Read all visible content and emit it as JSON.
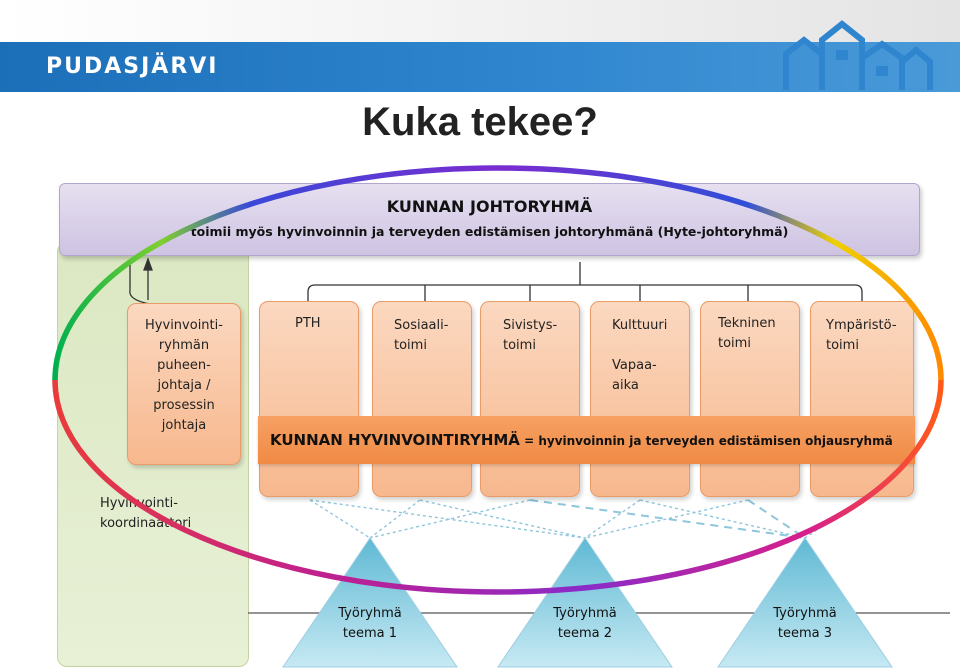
{
  "header": {
    "brand": "PUDASJÄRVI",
    "logo_icon": "city-skyline-logo-icon",
    "colors": {
      "bar": "#2f86cf",
      "logo": "#2f86cf"
    }
  },
  "title": "Kuka tekee?",
  "diagram": {
    "board": {
      "title": "KUNNAN JOHTORYHMÄ",
      "subtitle": "toimii myös hyvinvoinnin ja terveyden edistämisen johtoryhmänä (Hyte-johtoryhmä)"
    },
    "chair": "Hyvinvointi-\nryhmän\npuheen-\njohtaja /\nprosessin\njohtaja",
    "coordinator": "Hyvinvointi-\nkoordinaattori",
    "sectors": [
      "PTH",
      "Sosiaali-\ntoimi",
      "Sivistys-\ntoimi",
      "Kulttuuri\n\nVapaa-\naika",
      "Tekninen\ntoimi",
      "Ympäristö-\ntoimi"
    ],
    "welfare_group": {
      "name": "KUNNAN HYVINVOINTIRYHMÄ",
      "description": " = hyvinvoinnin ja terveyden edistämisen ohjausryhmä"
    },
    "working_groups": [
      "Työryhmä\nteema 1",
      "Työryhmä\nteema 2",
      "Työryhmä\nteema 3"
    ],
    "colors": {
      "board": "#cec3e2",
      "sector_box": "#f7b88e",
      "welfare_band": "#f08a45",
      "coordinator_panel": "#dbe8c2",
      "working_group": "#7ec8dc"
    }
  }
}
